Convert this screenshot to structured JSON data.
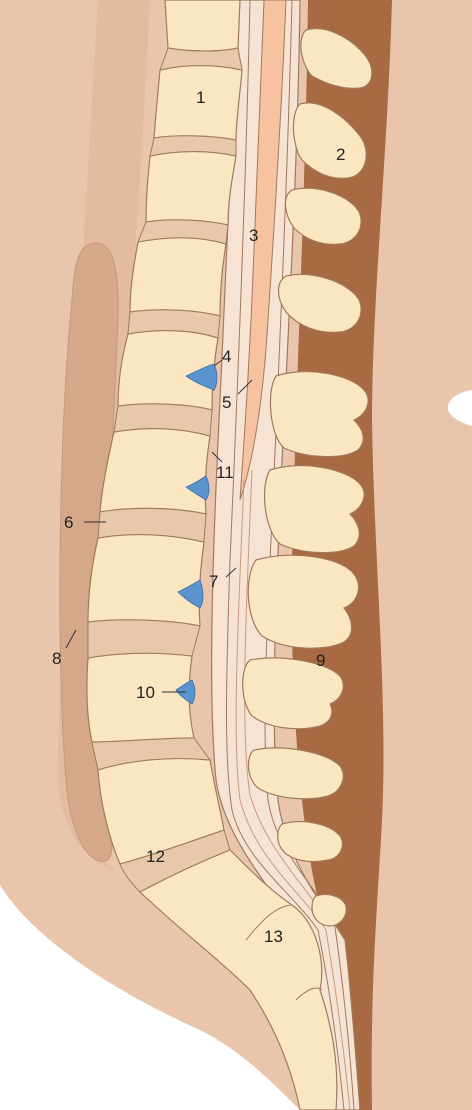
{
  "colors": {
    "background": "#ffffff",
    "skin": "#e9c5ab",
    "deep_tissue": "#d4a889",
    "outline": "#a07a5c",
    "bone": "#fae6c0",
    "disc": "#e8c8aa",
    "canal": "#f7e3d3",
    "cord": "#f6c2a0",
    "muscle": "#a86a43",
    "herniation": "#5b93cf"
  },
  "labels": {
    "l1": "1",
    "l2": "2",
    "l3": "3",
    "l4": "4",
    "l5": "5",
    "l6": "6",
    "l7": "7",
    "l8": "8",
    "l9": "9",
    "l10": "10",
    "l11": "11",
    "l12": "12",
    "l13": "13"
  }
}
